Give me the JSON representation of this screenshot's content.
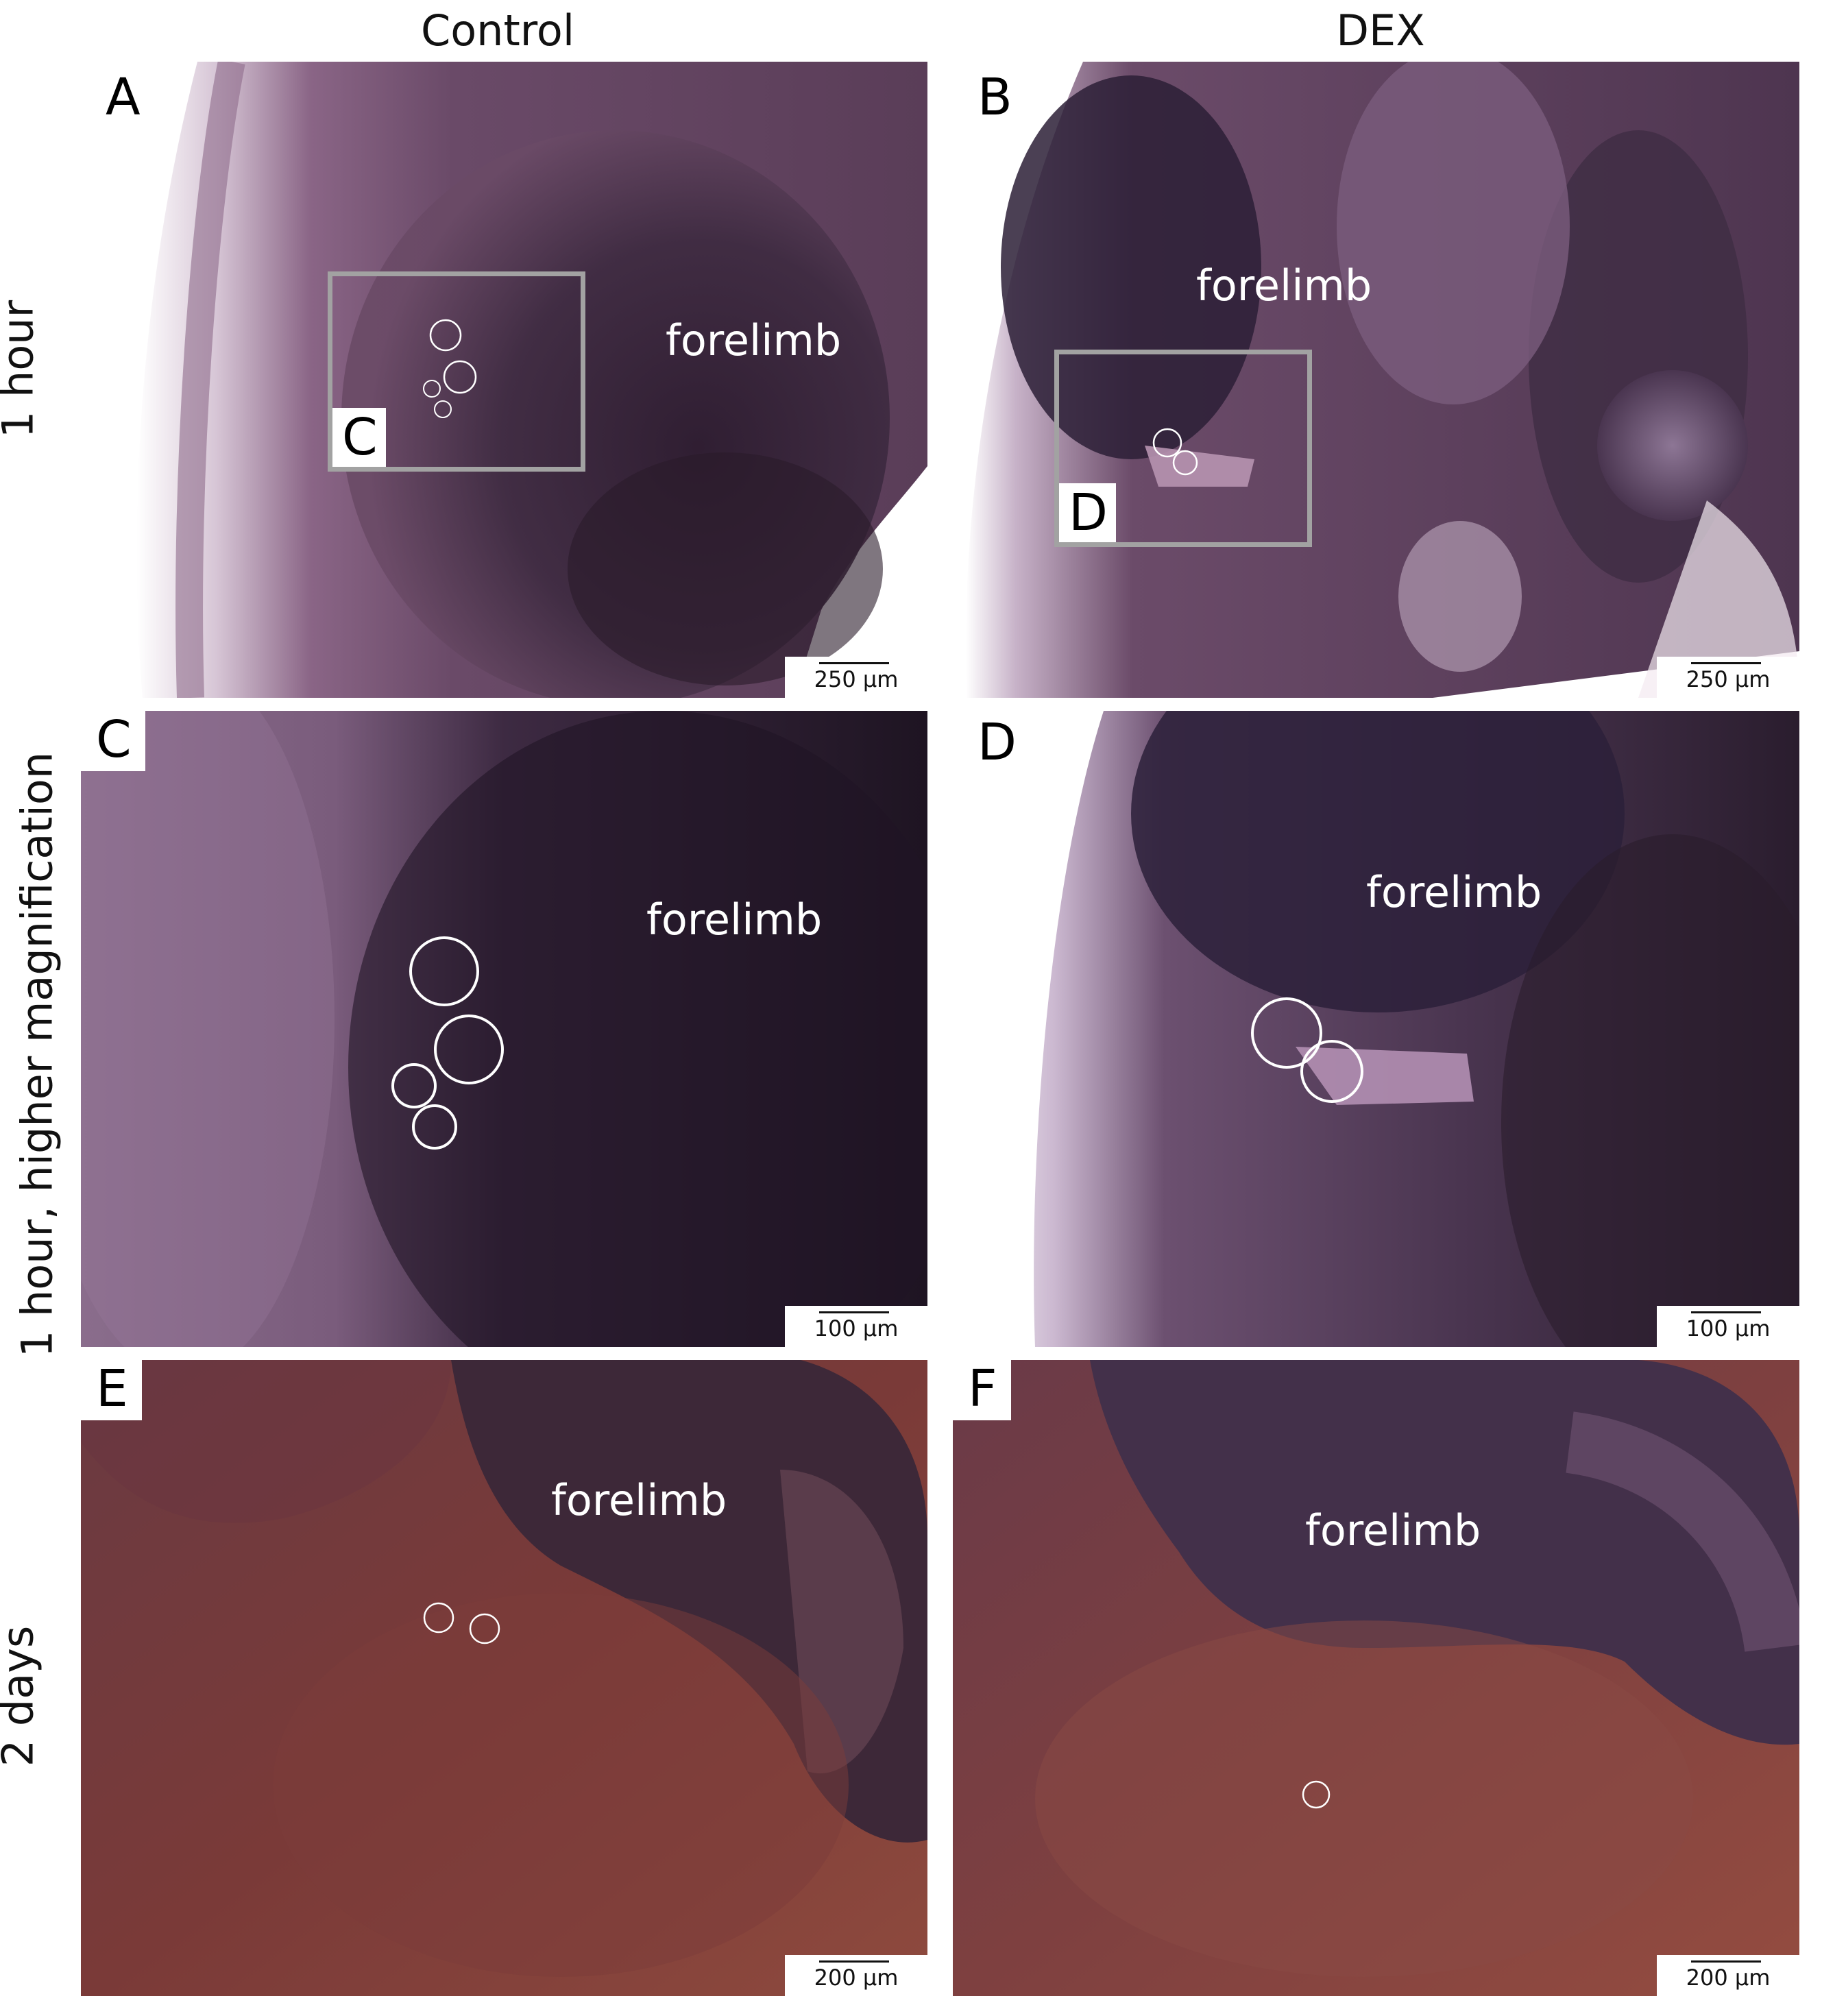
{
  "columns": {
    "control": "Control",
    "dex": "DEX"
  },
  "rows": {
    "row1": "1 hour",
    "row2": "1 hour, higher magnification",
    "row3": "2 days"
  },
  "panels": {
    "A": {
      "letter": "A",
      "label": "forelimb",
      "scale": "250 μm",
      "inset_label": "C"
    },
    "B": {
      "letter": "B",
      "label": "forelimb",
      "scale": "250 μm",
      "inset_label": "D"
    },
    "C": {
      "letter": "C",
      "label": "forelimb",
      "scale": "100 μm"
    },
    "D": {
      "letter": "D",
      "label": "forelimb",
      "scale": "100 μm"
    },
    "E": {
      "letter": "E",
      "label": "forelimb",
      "scale": "200 μm"
    },
    "F": {
      "letter": "F",
      "label": "forelimb",
      "scale": "200 μm"
    }
  },
  "colors": {
    "marker_circle": "#ffffff",
    "inset_box": "#a2a2a2",
    "tissue_purple": "#5a3a55",
    "tissue_reddish": "#7a3a36"
  }
}
